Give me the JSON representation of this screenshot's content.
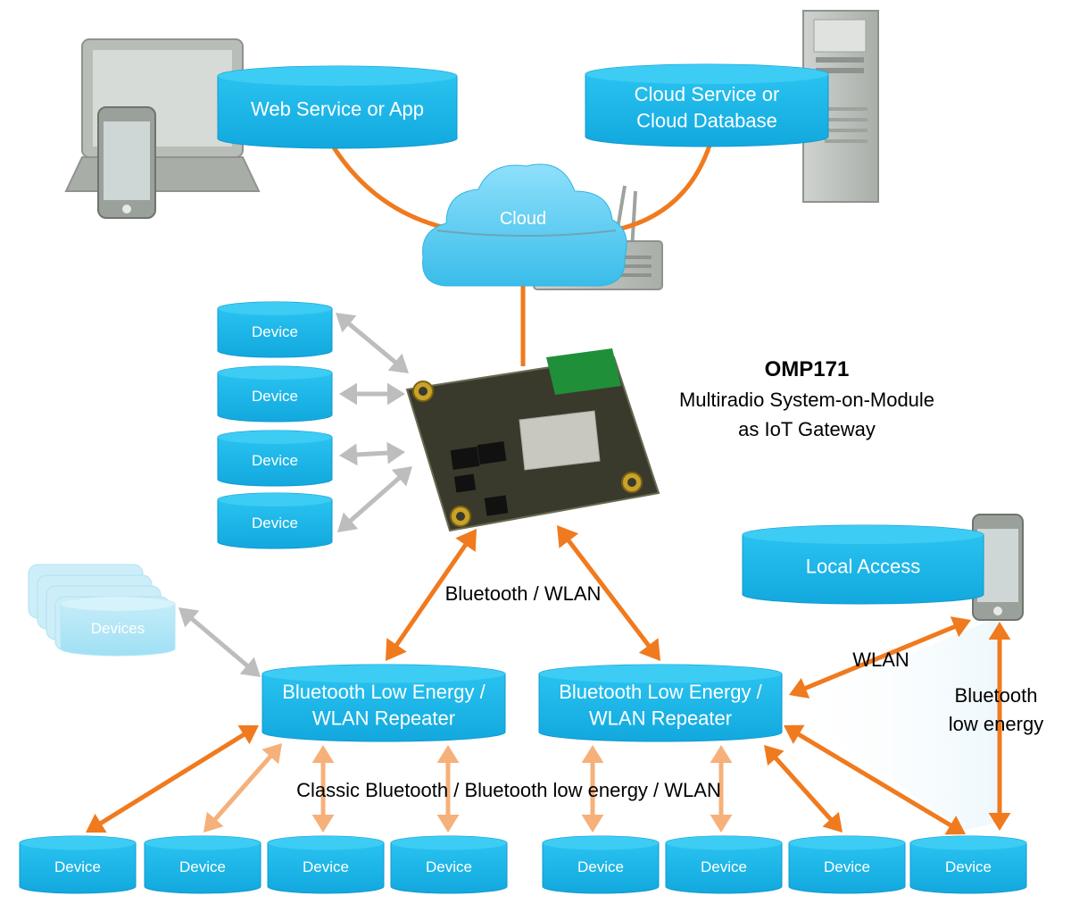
{
  "nodes": {
    "web_service": "Web Service or App",
    "cloud_service_line1": "Cloud Service or",
    "cloud_service_line2": "Cloud Database",
    "cloud": "Cloud",
    "local_access": "Local Access",
    "left_device_1": "Device",
    "left_device_2": "Device",
    "left_device_3": "Device",
    "left_device_4": "Device",
    "devices_stack": "Devices",
    "repeater_left_line1": "Bluetooth Low Energy /",
    "repeater_left_line2": "WLAN Repeater",
    "repeater_right_line1": "Bluetooth Low Energy /",
    "repeater_right_line2": "WLAN Repeater",
    "bottom_devices": [
      "Device",
      "Device",
      "Device",
      "Device",
      "Device",
      "Device",
      "Device",
      "Device"
    ]
  },
  "module": {
    "title": "OMP171",
    "subtitle_line1": "Multiradio  System-on-Module",
    "subtitle_line2": "as IoT Gateway"
  },
  "links": {
    "bt_wlan": "Bluetooth / WLAN",
    "wlan": "WLAN",
    "ble_line1": "Bluetooth",
    "ble_line2": "low energy",
    "classic": "Classic Bluetooth / Bluetooth low energy / WLAN"
  },
  "colors": {
    "node_fill": "#1cb8e8",
    "node_dark": "#0a8fc4",
    "link_orange": "#f07a1e",
    "link_gray": "#bdbdbd",
    "module_pcb": "#3a3a2c"
  }
}
